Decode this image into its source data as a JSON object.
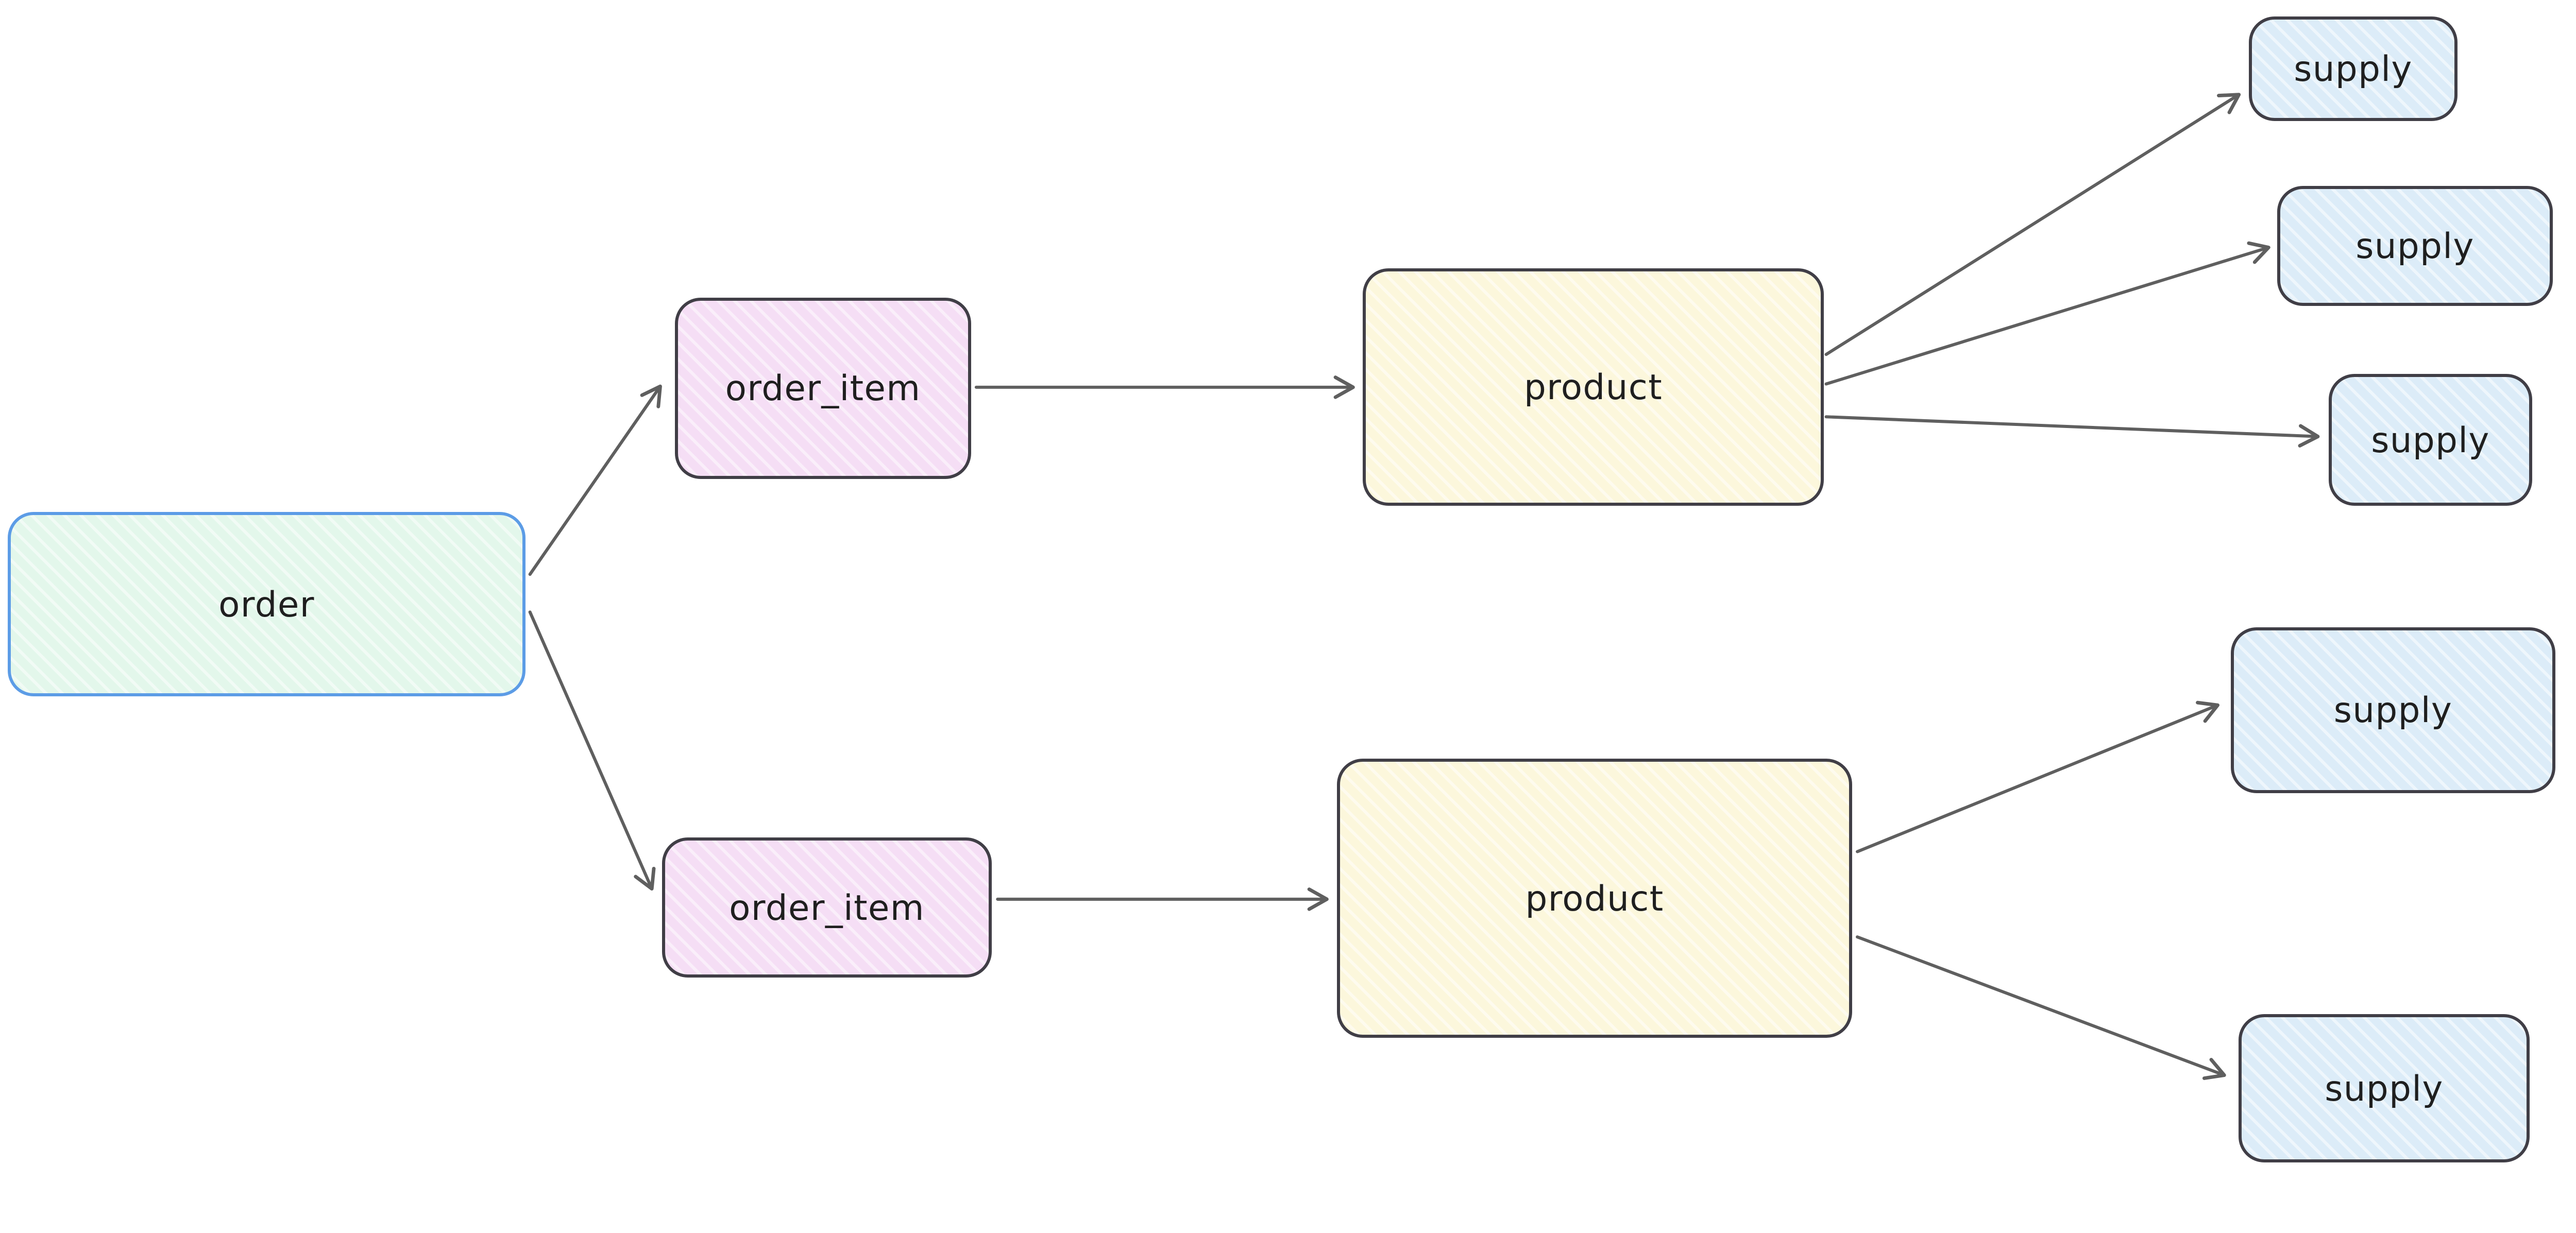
{
  "diagram": {
    "type": "entity-flow-diagram",
    "nodes": [
      {
        "id": "order",
        "label": "order",
        "kind": "order"
      },
      {
        "id": "order_item_1",
        "label": "order_item",
        "kind": "order_item"
      },
      {
        "id": "order_item_2",
        "label": "order_item",
        "kind": "order_item"
      },
      {
        "id": "product_1",
        "label": "product",
        "kind": "product"
      },
      {
        "id": "product_2",
        "label": "product",
        "kind": "product"
      },
      {
        "id": "supply_1",
        "label": "supply",
        "kind": "supply"
      },
      {
        "id": "supply_2",
        "label": "supply",
        "kind": "supply"
      },
      {
        "id": "supply_3",
        "label": "supply",
        "kind": "supply"
      },
      {
        "id": "supply_4",
        "label": "supply",
        "kind": "supply"
      },
      {
        "id": "supply_5",
        "label": "supply",
        "kind": "supply"
      }
    ],
    "edges": [
      {
        "from": "order",
        "to": "order_item_1"
      },
      {
        "from": "order",
        "to": "order_item_2"
      },
      {
        "from": "order_item_1",
        "to": "product_1"
      },
      {
        "from": "order_item_2",
        "to": "product_2"
      },
      {
        "from": "product_1",
        "to": "supply_1"
      },
      {
        "from": "product_1",
        "to": "supply_2"
      },
      {
        "from": "product_1",
        "to": "supply_3"
      },
      {
        "from": "product_2",
        "to": "supply_4"
      },
      {
        "from": "product_2",
        "to": "supply_5"
      }
    ],
    "colors": {
      "background": "#ffffff",
      "order_fill": "#e3f7eb",
      "order_stroke": "#5c9ce6",
      "order_item_fill": "#f5def5",
      "order_item_stroke": "#403e46",
      "product_fill": "#fcf7dc",
      "product_stroke": "#403e46",
      "supply_fill": "#dcecf8",
      "supply_stroke": "#403e46",
      "arrow": "#5f5f5f"
    }
  }
}
